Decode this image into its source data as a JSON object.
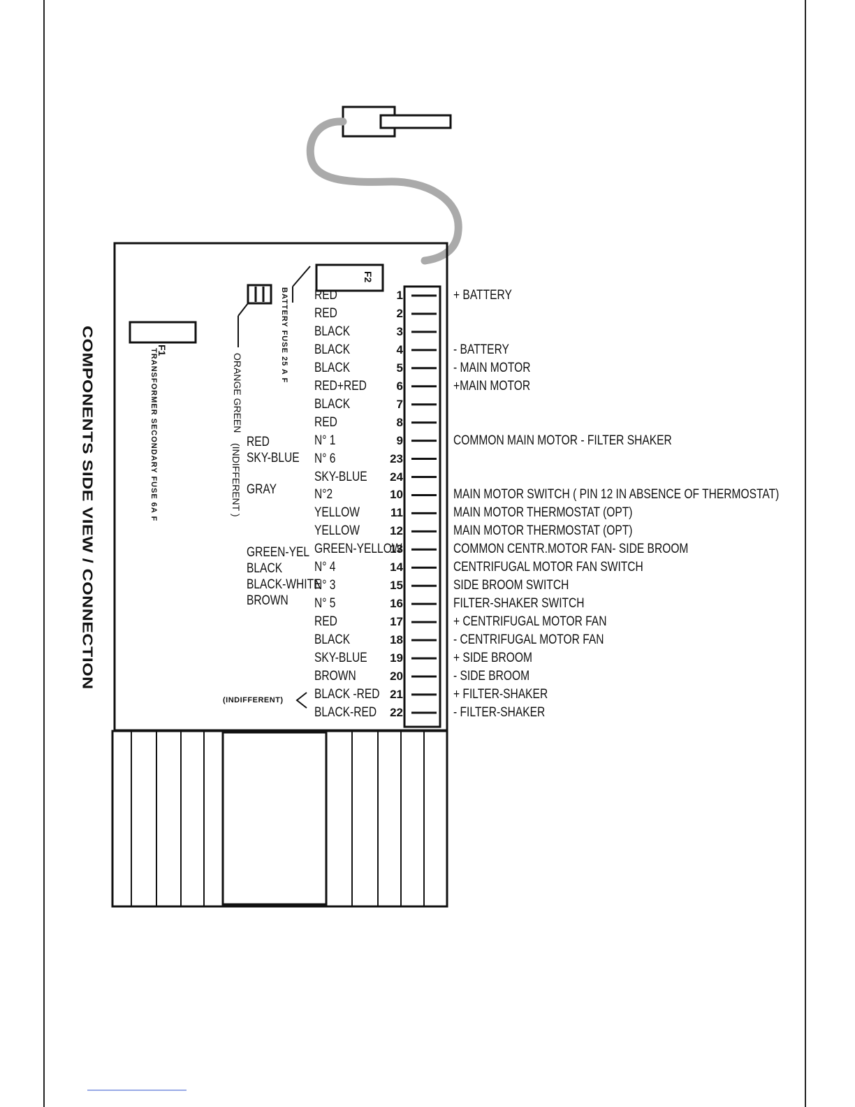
{
  "title": "COMPONENTS SIDE VIEW / CONNECTION",
  "fuses": {
    "f1_tag": "F1",
    "f1_desc": "TRANSFORMER SECONDARY FUSE   6A F",
    "f2_tag": "F2",
    "battery_fuse": "BATTERY  FUSE  25 A F"
  },
  "annotations": {
    "orange_green": "ORANGE GREEN",
    "indifferent_v": "(INDIFFERENT )",
    "indifferent_h": "(INDIFFERENT)"
  },
  "wire_colors_left": [
    "RED",
    "SKY-BLUE",
    "GRAY",
    "GREEN-YEL",
    "BLACK",
    "BLACK-WHITE",
    "BROWN"
  ],
  "terminals": [
    {
      "wire": "RED",
      "pin": "1",
      "function": "+ BATTERY"
    },
    {
      "wire": "RED",
      "pin": "2",
      "function": ""
    },
    {
      "wire": "BLACK",
      "pin": "3",
      "function": ""
    },
    {
      "wire": "BLACK",
      "pin": "4",
      "function": "-  BATTERY"
    },
    {
      "wire": "BLACK",
      "pin": "5",
      "function": "- MAIN MOTOR"
    },
    {
      "wire": "RED+RED",
      "pin": "6",
      "function": "+MAIN MOTOR"
    },
    {
      "wire": "BLACK",
      "pin": "7",
      "function": ""
    },
    {
      "wire": "RED",
      "pin": "8",
      "function": ""
    },
    {
      "wire": "N° 1",
      "pin": "9",
      "function": " COMMON MAIN MOTOR - FILTER SHAKER"
    },
    {
      "wire": "N° 6",
      "pin": "23",
      "function": ""
    },
    {
      "wire": "SKY-BLUE",
      "pin": "24",
      "function": ""
    },
    {
      "wire": "N°2",
      "pin": "10",
      "function": " MAIN MOTOR SWITCH (  PIN 12 IN ABSENCE OF  THERMOSTAT)"
    },
    {
      "wire": "YELLOW",
      "pin": "11",
      "function": " MAIN  MOTOR  THERMOSTAT  (OPT)"
    },
    {
      "wire": "YELLOW",
      "pin": "12",
      "function": " MAIN  MOTOR THERMOSTAT  (OPT)"
    },
    {
      "wire": "GREEN-YELLOW",
      "pin": "13",
      "function": " COMMON CENTR.MOTOR FAN- SIDE BROOM"
    },
    {
      "wire": "N° 4",
      "pin": "14",
      "function": "CENTRIFUGAL  MOTOR FAN SWITCH"
    },
    {
      "wire": "N° 3",
      "pin": "15",
      "function": "SIDE BROOM SWITCH"
    },
    {
      "wire": "N° 5",
      "pin": "16",
      "function": "FILTER-SHAKER SWITCH"
    },
    {
      "wire": "RED",
      "pin": "17",
      "function": "+ CENTRIFUGAL MOTOR FAN"
    },
    {
      "wire": "BLACK",
      "pin": "18",
      "function": "- CENTRIFUGAL MOTOR FAN"
    },
    {
      "wire": "SKY-BLUE",
      "pin": "19",
      "function": "+ SIDE BROOM"
    },
    {
      "wire": "BROWN",
      "pin": "20",
      "function": "- SIDE BROOM"
    },
    {
      "wire": "BLACK -RED",
      "pin": "21",
      "function": "+ FILTER-SHAKER"
    },
    {
      "wire": "BLACK-RED",
      "pin": "22",
      "function": "- FILTER-SHAKER"
    }
  ]
}
